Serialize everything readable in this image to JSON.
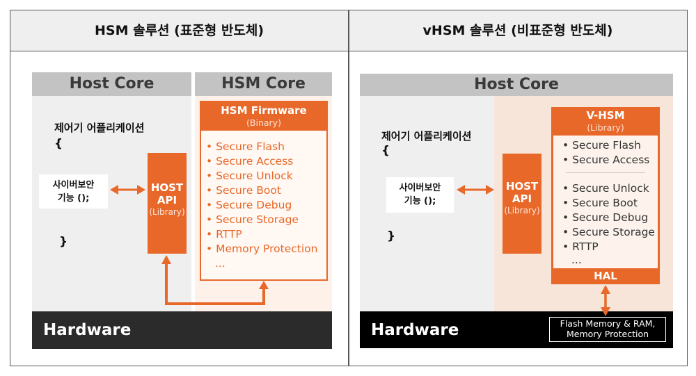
{
  "left": {
    "title": "HSM 솔루션 (표준형 반도체)",
    "host_core": "Host Core",
    "hsm_core": "HSM Core",
    "app_label": "제어기 어플리케이션",
    "open_brace": "{",
    "close_brace": "}",
    "func_line1": "사이버보안",
    "func_line2": "기능 ();",
    "host_api_line1": "HOST",
    "host_api_line2": "API",
    "host_api_sub": "(Library)",
    "firmware_title": "HSM Firmware",
    "firmware_sub": "(Binary)",
    "features": [
      "Secure Flash",
      "Secure Access",
      "Secure Unlock",
      "Secure Boot",
      "Secure Debug",
      "Secure Storage",
      "RTTP",
      "Memory Protection"
    ],
    "ellipsis": "...",
    "hardware": "Hardware"
  },
  "right": {
    "title": "vHSM 솔루션 (비표준형 반도체)",
    "host_core": "Host Core",
    "app_label": "제어기 어플리케이션",
    "open_brace": "{",
    "close_brace": "}",
    "func_line1": "사이버보안",
    "func_line2": "기능 ();",
    "host_api_line1": "HOST",
    "host_api_line2": "API",
    "host_api_sub": "(Library)",
    "vhsm_title": "V-HSM",
    "vhsm_sub": "(Library)",
    "features_group1": [
      "Secure Flash",
      "Secure Access"
    ],
    "features_group2": [
      "Secure Unlock",
      "Secure Boot",
      "Secure Debug",
      "Secure Storage",
      "RTTP"
    ],
    "ellipsis": "...",
    "hal": "HAL",
    "hardware": "Hardware",
    "memory_line1": "Flash Memory & RAM,",
    "memory_line2": "Memory Protection"
  },
  "colors": {
    "accent": "#e8682a",
    "panel_gray": "#efefef",
    "core_header_gray": "#c3c3c3",
    "hardware_left": "#2b2b2b",
    "hardware_right": "#000000"
  }
}
